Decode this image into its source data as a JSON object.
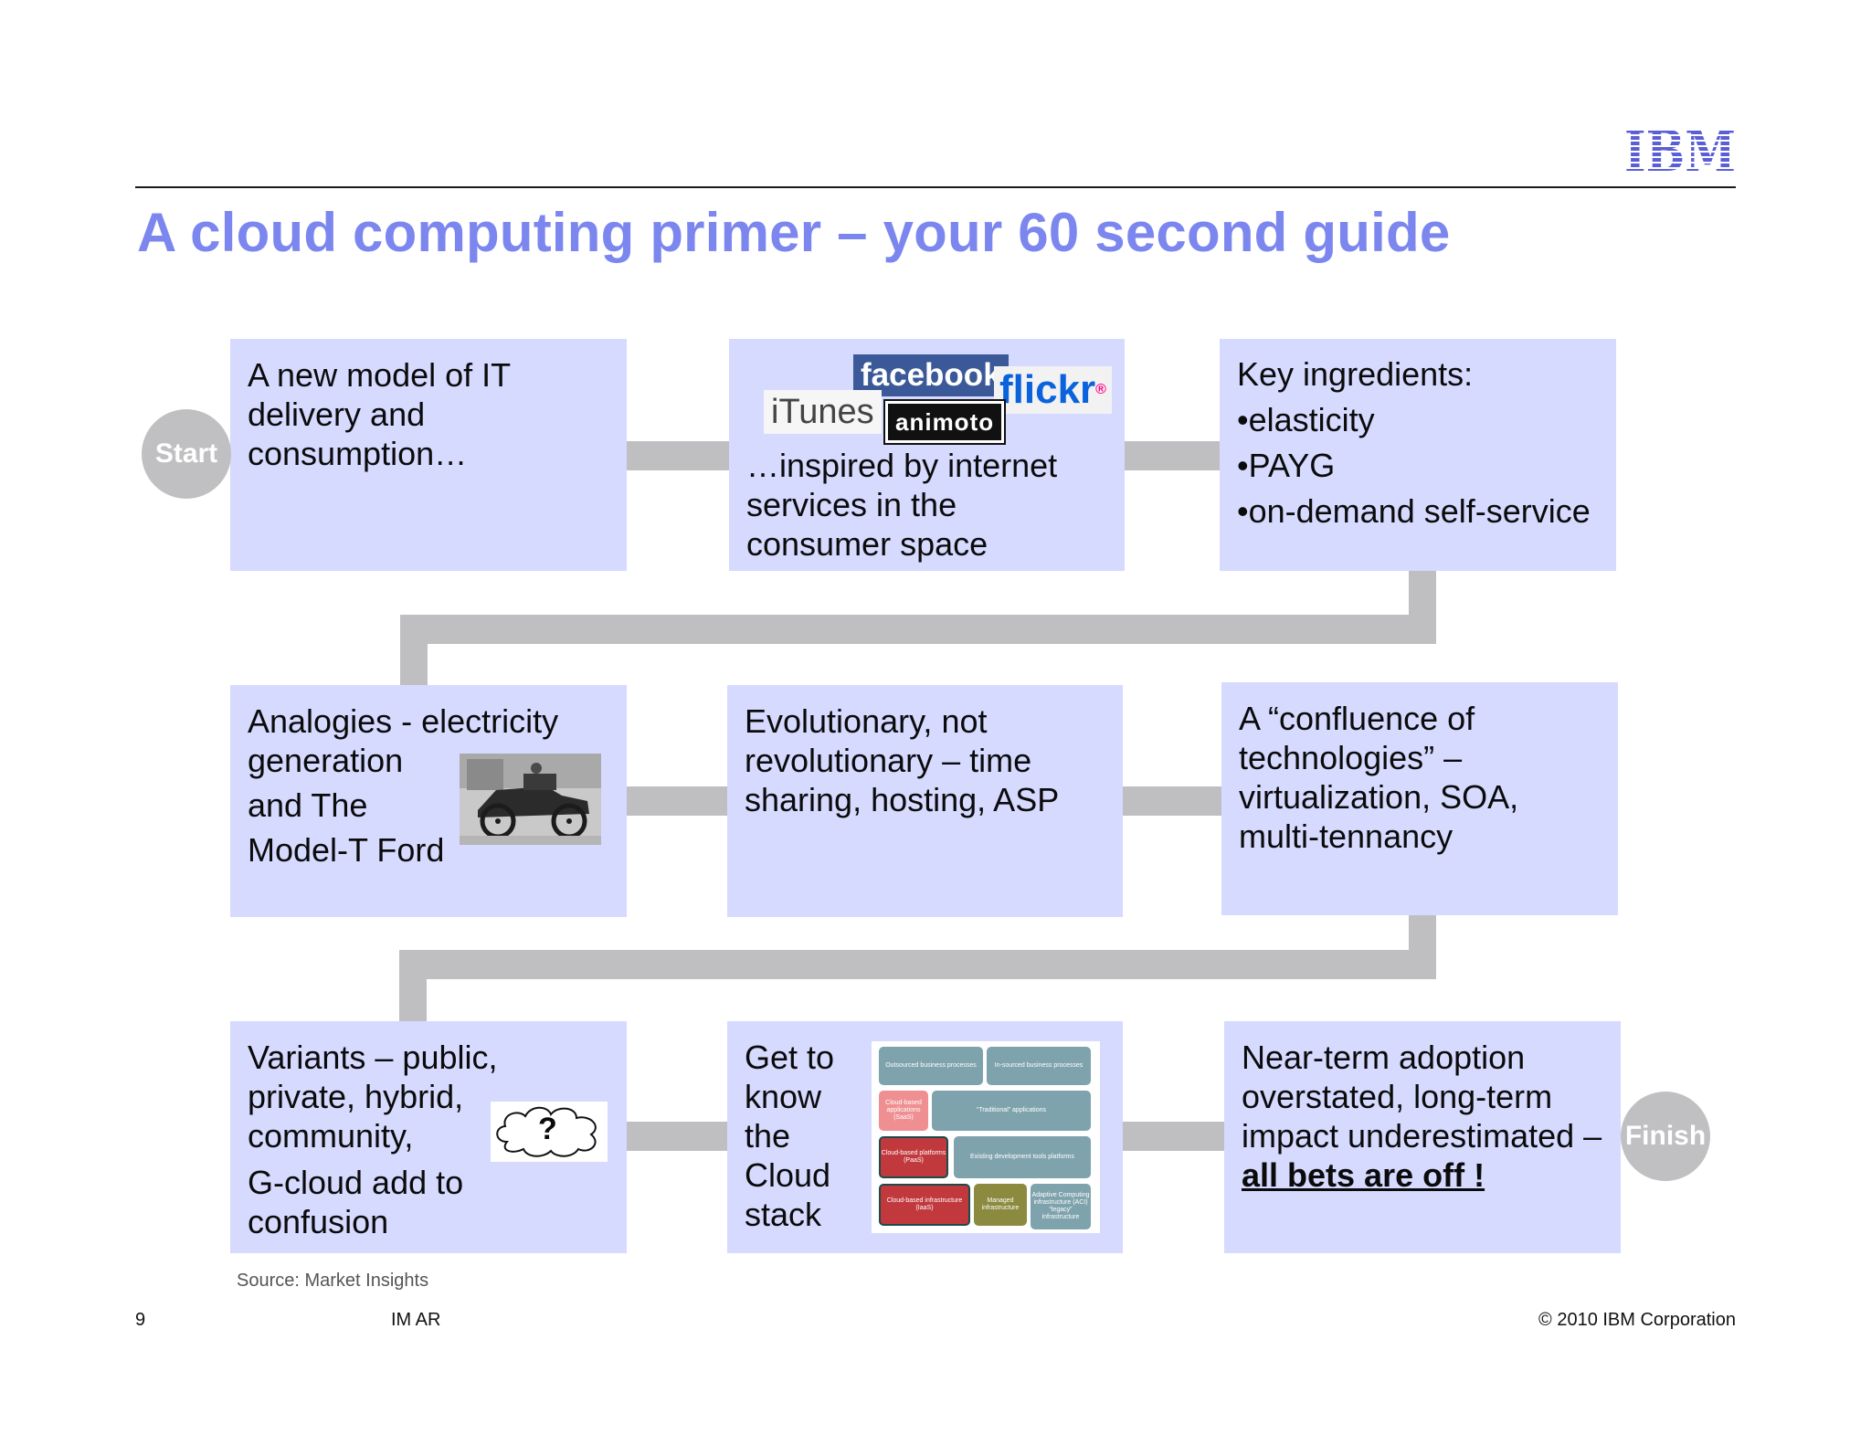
{
  "header": {
    "logo": "IBM",
    "title": "A cloud computing primer – your 60 second guide"
  },
  "colors": {
    "title": "#7c86ef",
    "box": "#d6daff",
    "connector": "#bfbfc2",
    "marker": "#c0c0c2",
    "facebook": "#3b5998"
  },
  "markers": {
    "start": "Start",
    "finish": "Finish"
  },
  "boxes": {
    "b1": {
      "lines": [
        "A new model of IT",
        "delivery and",
        "consumption…"
      ]
    },
    "b2": {
      "logos": {
        "facebook": "facebook",
        "flickr_a": "flickr",
        "flickr_b": "®",
        "itunes": "iTunes",
        "animoto": "animoto"
      },
      "lines": [
        "…inspired by internet",
        "services in the",
        "consumer space"
      ]
    },
    "b3": {
      "lines": [
        "Key ingredients:",
        "•elasticity",
        "•PAYG",
        "•on-demand self-service"
      ]
    },
    "b4": {
      "lines": [
        "Analogies - electricity",
        "generation",
        "and The",
        "Model-T Ford"
      ]
    },
    "b5": {
      "lines": [
        "Evolutionary, not",
        "revolutionary – time",
        "sharing, hosting, ASP"
      ]
    },
    "b6": {
      "lines": [
        "A “confluence of",
        "technologies” –",
        "virtualization, SOA,",
        "multi-tennancy"
      ]
    },
    "b7": {
      "lines": [
        "Variants – public,",
        "private, hybrid,",
        "community,",
        "G-cloud add to",
        "confusion"
      ],
      "cloud_mark": "?"
    },
    "b8": {
      "lines": [
        "Get to",
        "know",
        "the",
        "Cloud",
        "stack"
      ],
      "stack": {
        "outsourced": "Outsourced business processes",
        "insourced": "In-sourced business processes",
        "cloud_apps": "Cloud-based applications (SaaS)",
        "traditional": "“Traditional” applications",
        "cloud_platforms": "Cloud-based platforms (PaaS)",
        "existing_platforms": "Existing development tools platforms",
        "cloud_infra": "Cloud-based infrastructure (IaaS)",
        "managed": "Managed infrastructure",
        "adaptive": "Adaptive Computing infrastructure (ACI) “legacy” infrastructure"
      }
    },
    "b9": {
      "lines": [
        "Near-term adoption",
        "overstated, long-term",
        "impact underestimated –"
      ],
      "emphasis": "all bets are off !"
    }
  },
  "footer": {
    "source": "Source:  Market Insights",
    "page": "9",
    "label": "IM AR",
    "copyright": "© 2010 IBM Corporation"
  }
}
